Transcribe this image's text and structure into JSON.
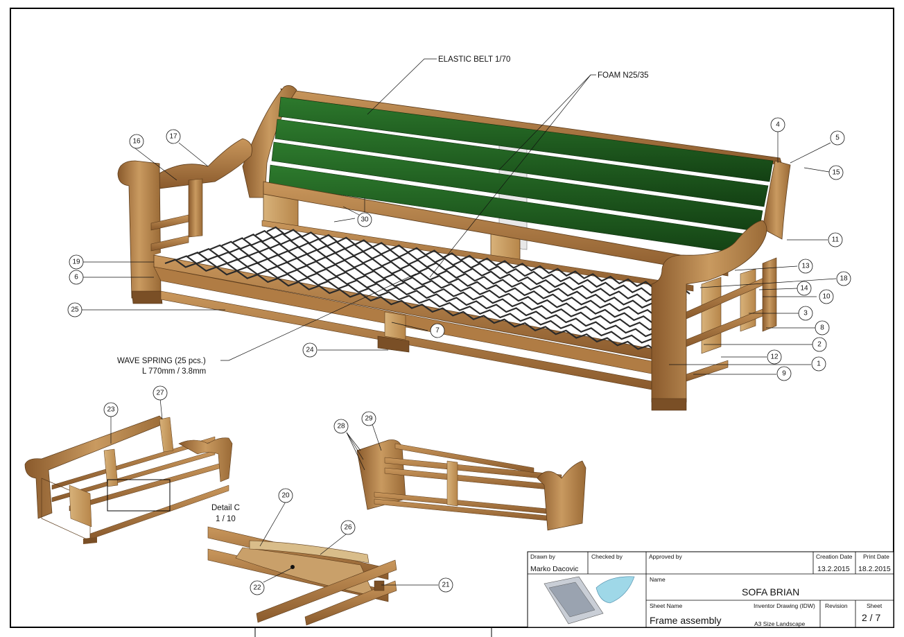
{
  "annotations": {
    "elastic_belt": "ELASTIC BELT  1/70",
    "foam": "FOAM N25/35",
    "wave_spring_1": "WAVE SPRING (25 pcs.)",
    "wave_spring_2": "L 770mm / 3.8mm",
    "detail_title": "Detail C",
    "detail_scale": "1 / 10"
  },
  "part_numbers": [
    "1",
    "2",
    "3",
    "4",
    "5",
    "6",
    "7",
    "8",
    "9",
    "10",
    "11",
    "12",
    "13",
    "14",
    "15",
    "16",
    "17",
    "18",
    "19",
    "20",
    "21",
    "22",
    "23",
    "24",
    "25",
    "26",
    "27",
    "28",
    "29",
    "30"
  ],
  "title_block": {
    "drawn_by_label": "Drawn by",
    "drawn_by": "Marko Dacovic",
    "checked_by_label": "Checked by",
    "approved_by_label": "Approved by",
    "creation_date_label": "Creation Date",
    "creation_date": "13.2.2015",
    "print_date_label": "Print Date",
    "print_date": "18.2.2015",
    "name_label": "Name",
    "name": "SOFA BRIAN",
    "sheet_name_label": "Sheet Name",
    "sheet_name": "Frame assembly",
    "format_label": "Inventor Drawing (IDW)",
    "format_size": "A3 Size Landscape",
    "revision_label": "Revision",
    "sheet_label": "Sheet",
    "sheet": "2 / 7"
  },
  "colors": {
    "wood_light": "#c99a60",
    "wood_mid": "#a9763e",
    "wood_dark": "#7a4f26",
    "belt_green": "#1f5b1f",
    "spring": "#2a2a2a"
  }
}
